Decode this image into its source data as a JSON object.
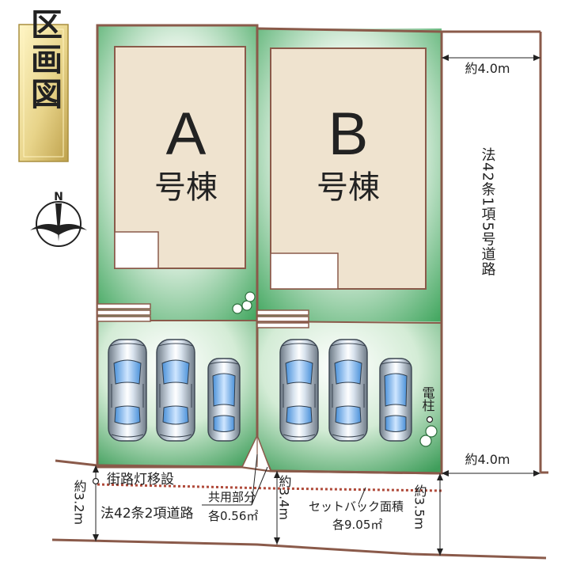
{
  "title_badge": "区画図",
  "compass_letter": "N",
  "lots": [
    {
      "letter": "A",
      "label": "号棟"
    },
    {
      "letter": "B",
      "label": "号棟"
    }
  ],
  "road_right": {
    "width_top": "約4.0m",
    "width_bottom": "約4.0m",
    "name": "法42条1項5号道路"
  },
  "road_bottom": {
    "name": "法42条2項道路",
    "width_left": "約3.2m",
    "width_mid": "約3.4m",
    "width_right": "約3.5m"
  },
  "streetlight": "街路灯移設",
  "shared_part": {
    "title": "共用部分",
    "area": "各0.56㎡"
  },
  "setback": {
    "title": "セットバック面積",
    "area": "各9.05㎡"
  },
  "utility_pole": "電柱",
  "colors": {
    "lot_green": "#4fb06a",
    "house_fill": "#efe3cf",
    "boundary": "#8a5a4a",
    "setback_dots": "#b04a3a",
    "badge_gold": "#d8c27a"
  }
}
